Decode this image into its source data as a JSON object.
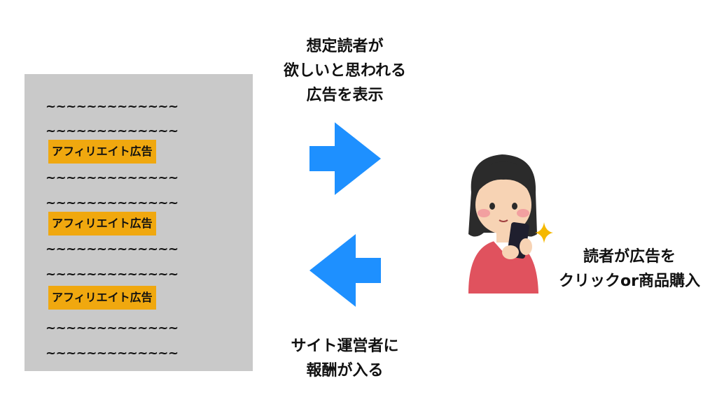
{
  "site_page": {
    "lines": [
      {
        "type": "tilde",
        "text": "~~~~~~~~~~~~~"
      },
      {
        "type": "tilde",
        "text": "~~~~~~~~~~~~~"
      },
      {
        "type": "ad",
        "text": "アフィリエイト広告"
      },
      {
        "type": "tilde",
        "text": "~~~~~~~~~~~~~"
      },
      {
        "type": "tilde",
        "text": "~~~~~~~~~~~~~"
      },
      {
        "type": "ad",
        "text": "アフィリエイト広告"
      },
      {
        "type": "tilde",
        "text": "~~~~~~~~~~~~~"
      },
      {
        "type": "tilde",
        "text": "~~~~~~~~~~~~~"
      },
      {
        "type": "ad",
        "text": "アフィリエイト広告"
      },
      {
        "type": "tilde",
        "text": "~~~~~~~~~~~~~"
      },
      {
        "type": "tilde",
        "text": "~~~~~~~~~~~~~"
      }
    ]
  },
  "top_caption": [
    "想定読者が",
    "欲しいと思われる",
    "広告を表示"
  ],
  "bottom_caption": [
    "サイト運営者に",
    "報酬が入る"
  ],
  "reader_caption": [
    "読者が広告を",
    "クリックor商品購入"
  ],
  "colors": {
    "page_bg": "#c9c9c9",
    "ad_bg": "#f0a80f",
    "arrow": "#1e90ff"
  },
  "icons": {
    "right_arrow": "arrow-right-icon",
    "left_arrow": "arrow-left-icon",
    "reader": "woman-with-smartphone-illustration",
    "sparkle": "sparkle-icon"
  }
}
